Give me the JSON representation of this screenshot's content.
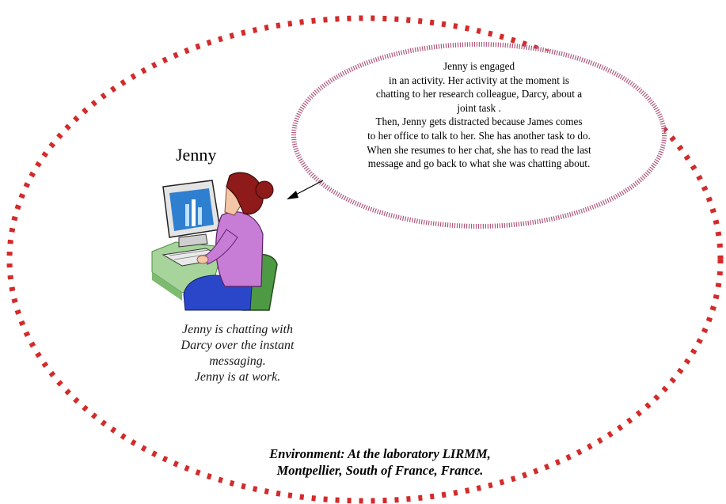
{
  "person": {
    "name": "Jenny"
  },
  "bubble": {
    "text": "Jenny is engaged\nin an activity. Her activity at the moment is\nchatting to her research colleague,  Darcy, about a\njoint task .\nThen, Jenny gets distracted because James comes\nto her office to talk to her. She has another task to do.\nWhen she resumes to her chat, she has to read the last\nmessage and go back to what she was chatting about."
  },
  "caption": {
    "text": "Jenny is chatting with\nDarcy over the instant\nmessaging.\nJenny is at work."
  },
  "environment": {
    "text": "Environment: At the laboratory LIRMM,\nMontpellier, South of France, France."
  },
  "colors": {
    "environment_border": "#d42a2a",
    "bubble_border": "#b0567a",
    "monitor_screen": "#2f7fd0",
    "desk": "#a6d49a",
    "shirt": "#c77dd6",
    "hair": "#8e1a1a",
    "chair": "#4e9a44",
    "skirt": "#2b47c9"
  },
  "icons": {
    "person_clipart": "woman-at-computer-icon",
    "pointer": "arrow-left-icon"
  }
}
